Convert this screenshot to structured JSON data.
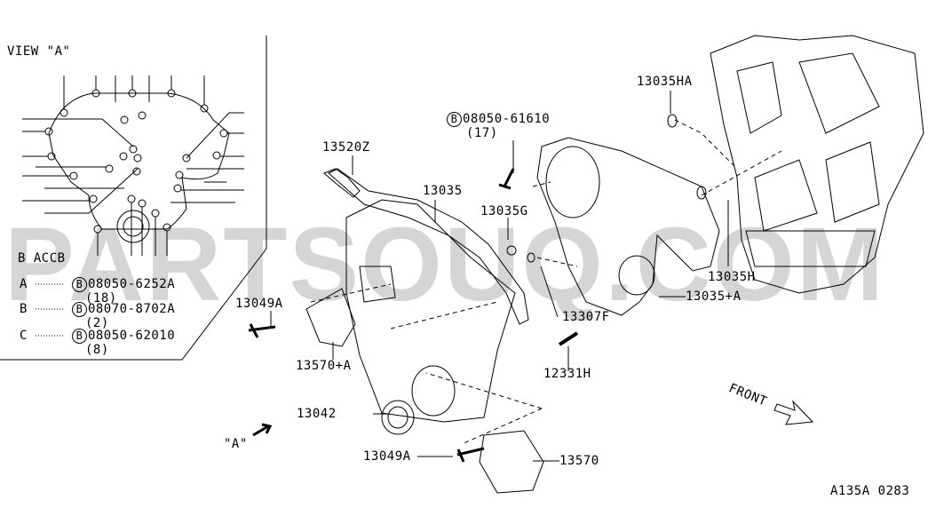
{
  "watermark": "PARTSOUQ.COM",
  "inset": {
    "title": "VIEW \"A\"",
    "legend": [
      {
        "key": "A",
        "badge": "B",
        "part": "08050-6252A",
        "qty": "(18)"
      },
      {
        "key": "B",
        "badge": "B",
        "part": "08070-8702A",
        "qty": "(2)"
      },
      {
        "key": "C",
        "badge": "B",
        "part": "08050-62010",
        "qty": "(8)"
      }
    ],
    "bottom_letters": "B     ACCB"
  },
  "callouts": {
    "p13520Z": "13520Z",
    "p13035": "13035",
    "p13035G": "13035G",
    "bolt_badge": "B",
    "bolt_part": "08050-61610",
    "bolt_qty": "(17)",
    "p13035HA": "13035HA",
    "p13035H": "13035H",
    "p13035A": "13035+A",
    "p13307F": "13307F",
    "p13049A_top": "13049A",
    "p13570A": "13570+A",
    "p12331H": "12331H",
    "p13042": "13042",
    "view_arrow": "\"A\"",
    "p13049A_bottom": "13049A",
    "p13570": "13570",
    "front": "FRONT"
  },
  "diagram_code": "A135A 0283"
}
